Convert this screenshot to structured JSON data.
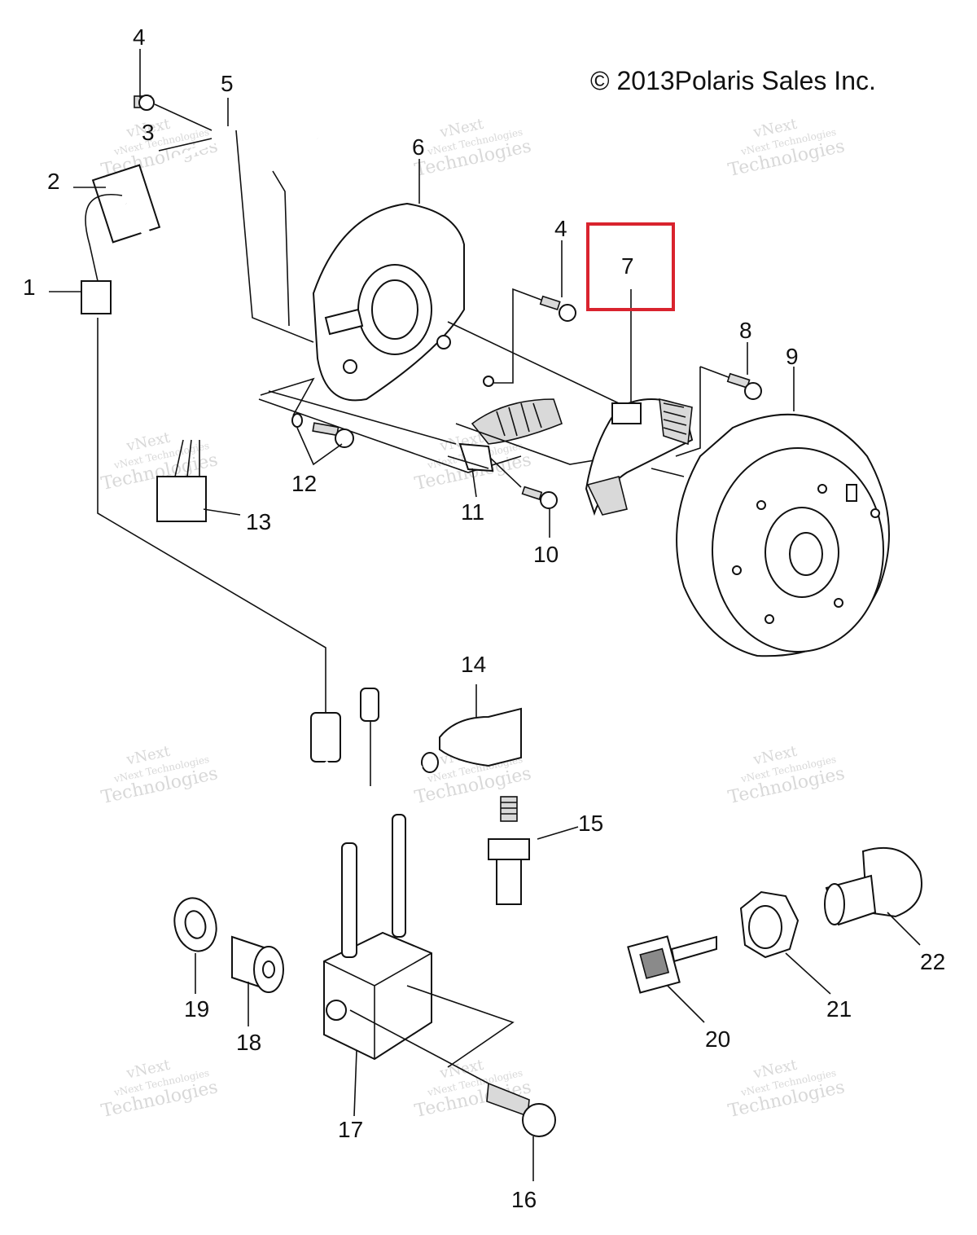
{
  "copyright": "© 2013Polaris Sales Inc.",
  "watermark": {
    "line1": "vNext",
    "line2": "vNext Technologies",
    "line3": "Technologies"
  },
  "highlight": {
    "color": "#d9232e",
    "label": "7"
  },
  "callouts": [
    "1",
    "2",
    "3",
    "4",
    "4",
    "5",
    "6",
    "8",
    "9",
    "10",
    "11",
    "12",
    "13",
    "14",
    "15",
    "16",
    "17",
    "18",
    "19",
    "20",
    "21",
    "22"
  ]
}
